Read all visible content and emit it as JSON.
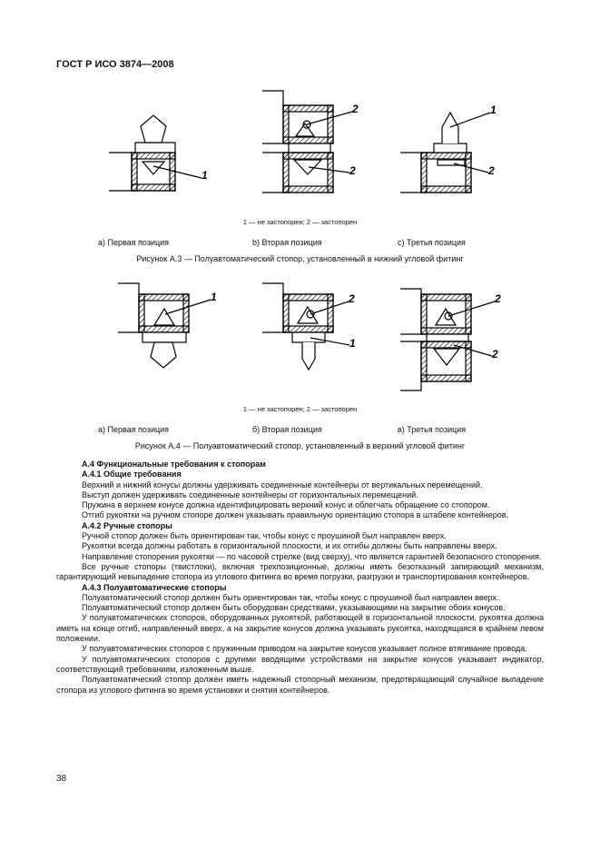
{
  "header": "ГОСТ Р ИСО 3874—2008",
  "figure3": {
    "legend": "1 — не застопорен; 2 — застопорен",
    "captions": [
      "а) Первая позиция",
      "b) Вторая позиция",
      "с) Третья позиция"
    ],
    "title": "Рисунок А.3 — Полуавтоматический стопор, установленный в нижний угловой фитинг",
    "callouts": [
      "1",
      "2",
      "2",
      "1",
      "2"
    ]
  },
  "figure4": {
    "legend": "1 — не застопорен; 2 — застопорен",
    "captions": [
      "а) Первая позиция",
      "б) Вторая позиция",
      "в) Третья позиция"
    ],
    "title": "Рисунок А.4 — Полуавтоматический стопор, установленный в верхний угловой фитинг",
    "callouts": [
      "1",
      "2",
      "1",
      "2",
      "2"
    ]
  },
  "paragraphs": [
    {
      "style": "h",
      "text": "А.4 Функциональные требования к стопорам"
    },
    {
      "style": "h",
      "text": "А.4.1 Общие требования"
    },
    {
      "style": "ind",
      "text": "Верхний и нижний конусы должны удерживать соединенные контейнеры от вертикальных перемещений."
    },
    {
      "style": "ind",
      "text": "Выступ должен удерживать соединенные контейнеры от горизонтальных перемещений."
    },
    {
      "style": "ind",
      "text": "Пружина в верхнем конусе должна идентифицировать верхний конус и облегчать обращение со стопором."
    },
    {
      "style": "ind",
      "text": "Отгиб рукоятки на ручном стопоре должен указывать правильную ориентацию стопора в штабеле контейнеров."
    },
    {
      "style": "h2",
      "text": "А.4.2 Ручные стопоры"
    },
    {
      "style": "ind",
      "text": "Ручной стопор должен быть ориентирован так, чтобы конус с проушиной был направлен вверх."
    },
    {
      "style": "ind",
      "text": "Рукоятки всегда должны работать в горизонтальной плоскости, и их отгибы должны быть направлены вверх."
    },
    {
      "style": "ind",
      "text": "Направление стопорения рукоятки — по часовой стрелке (вид сверху), что является гарантией безопасного стопорения."
    },
    {
      "style": "ind",
      "text": "Все ручные стопоры (твистлоки), включая трехпозиционные, должны иметь безотказный запирающий механизм, гарантирующий невыпадение стопора из углового фитинга во время погрузки, разгрузки и транспортирования контейнеров."
    },
    {
      "style": "h2",
      "text": "А.4.3 Полуавтоматические стопоры"
    },
    {
      "style": "ind",
      "text": "Полуавтоматический стопор должен быть ориентирован так, чтобы конус с проушиной был направлен вверх."
    },
    {
      "style": "ind",
      "text": "Полуавтоматический стопор должен быть оборудован средствами, указывающими на закрытие обоих конусов."
    },
    {
      "style": "ind",
      "text": "У полуавтоматических стопоров, оборудованных рукояткой, работающей в горизонтальной плоскости, рукоятка должна иметь на конце отгиб, направленный вверх, а на закрытие конусов должна указывать рукоятка, находящаяся в крайнем левом положении."
    },
    {
      "style": "ind",
      "text": "У полуавтоматических стопоров с пружинным приводом на закрытие конусов указывает полное втягивание провода."
    },
    {
      "style": "ind",
      "text": "У полуавтоматических стопоров с другими вводящими устройствами на закрытие конусов указывает индикатор, соответствующий требованиям, изложенным выше."
    },
    {
      "style": "ind",
      "text": "Полуавтоматический стопор должен иметь надежный стопорный механизм, предотвращающий случайное выпадение стопора из углового фитинга во время установки и снятия контейнеров."
    }
  ],
  "page_number": "38"
}
